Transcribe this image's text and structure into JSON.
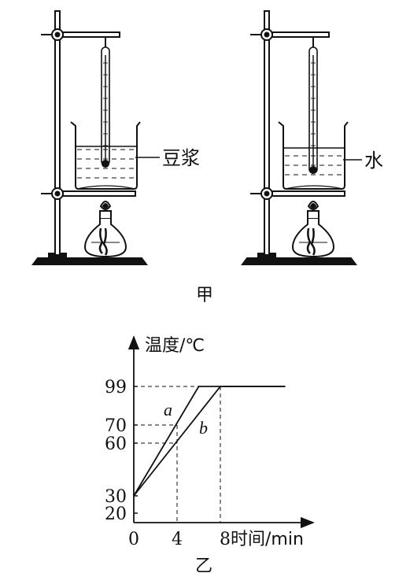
{
  "figure_top": {
    "caption": "甲",
    "left_label": "豆浆",
    "right_label": "水"
  },
  "chart_data": {
    "type": "line",
    "caption": "乙",
    "ylabel": "温度/℃",
    "xlabel": "时间/min",
    "x_ticks": [
      0,
      4,
      8
    ],
    "y_ticks": [
      20,
      30,
      60,
      70,
      99
    ],
    "series": [
      {
        "name": "a",
        "x": [
          0,
          6,
          14
        ],
        "y": [
          30,
          99,
          99
        ]
      },
      {
        "name": "b",
        "x": [
          0,
          8,
          14
        ],
        "y": [
          30,
          99,
          99
        ]
      }
    ]
  }
}
